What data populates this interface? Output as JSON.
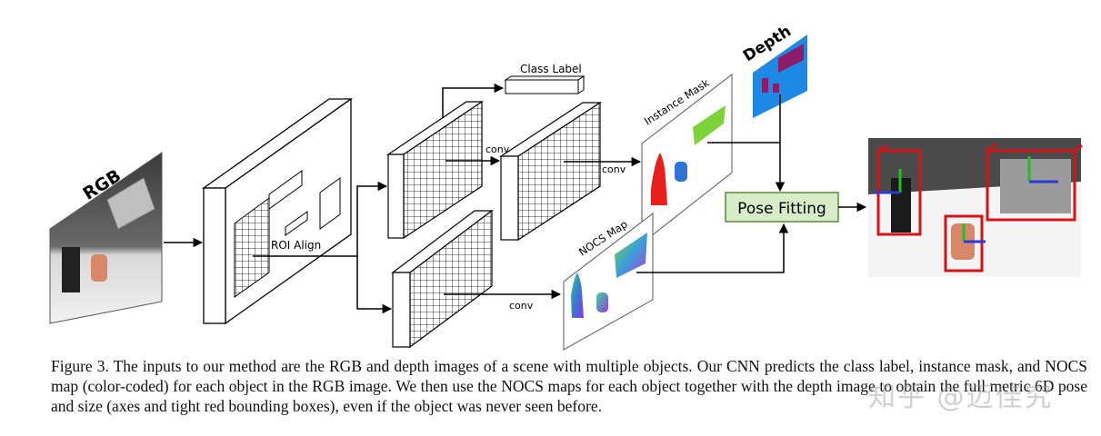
{
  "labels": {
    "rgb": "RGB",
    "depth": "Depth",
    "class_label": "Class Label",
    "instance_mask": "Instance Mask",
    "nocs_map": "NOCS Map",
    "roi_align": "ROI Align",
    "conv_1": "conv",
    "conv_2": "conv",
    "conv_3": "conv",
    "pose_fitting": "Pose Fitting"
  },
  "caption": "Figure 3. The inputs to our method are the RGB and depth images of a scene with multiple objects. Our CNN predicts the class label, instance mask, and NOCS map (color-coded) for each object in the RGB image. We then use the NOCS maps for each object together with the depth image to obtain the full metric 6D pose and size (axes and tight red bounding boxes), even if the object was never seen before.",
  "watermark": "知乎 @迈佳究",
  "colors": {
    "pose_box_fill": "#d7ecc9",
    "pose_box_stroke": "#5a8a3a",
    "depth_bg": "#1e88e5",
    "depth_obj": "#8e1b6a",
    "mask_green": "#7cd43a",
    "mask_red": "#e8201c",
    "mask_blue": "#2f74d8",
    "bbox_red": "#d41414"
  }
}
